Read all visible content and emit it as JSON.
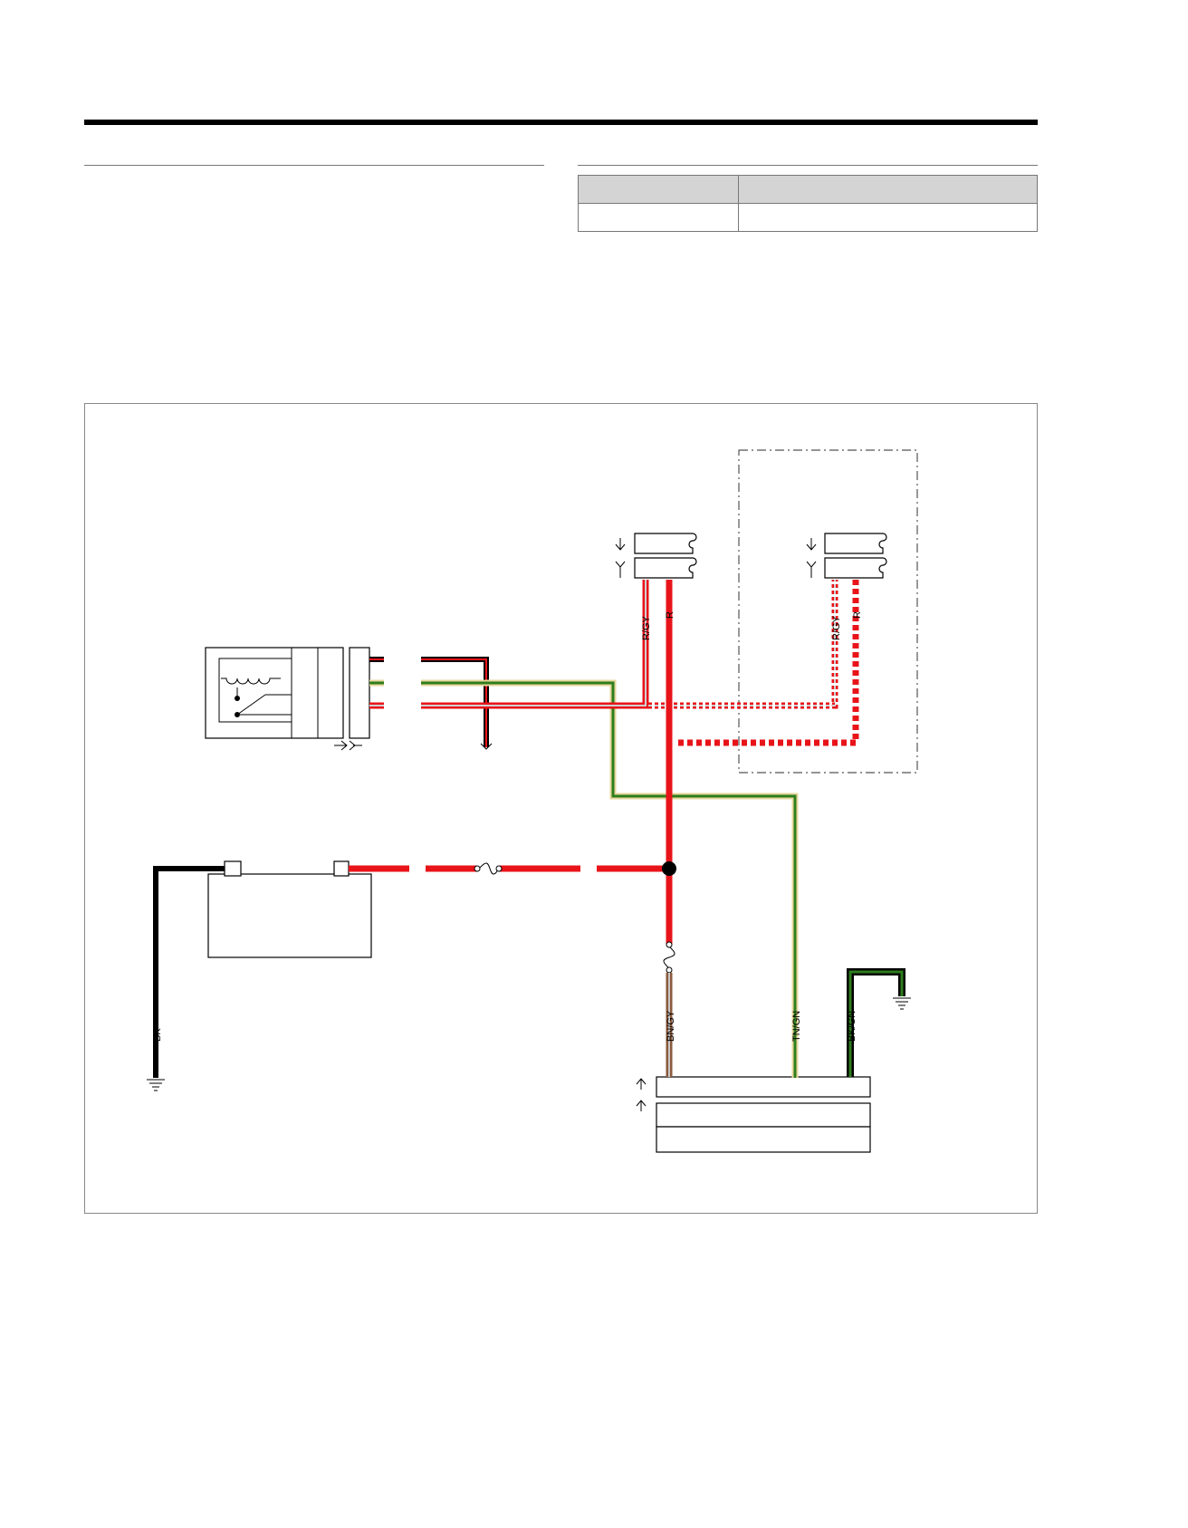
{
  "spec_table": {
    "headers": [
      "",
      ""
    ],
    "rows": [
      [
        "",
        ""
      ]
    ]
  },
  "wires": {
    "rgy_left": "R/GY",
    "r_left": "R",
    "rgy_right": "R/GY",
    "r_right": "R",
    "bk": "BK",
    "bngy": "BN/GY",
    "tngn": "TN/GN",
    "bkgn": "BK/GN"
  },
  "colors": {
    "red": "#e8141a",
    "black": "#000000",
    "green": "#2e7d1e",
    "tan": "#e6d69b",
    "brown": "#8b5a3c",
    "gray": "#9a9a9a",
    "frame": "#888888"
  }
}
